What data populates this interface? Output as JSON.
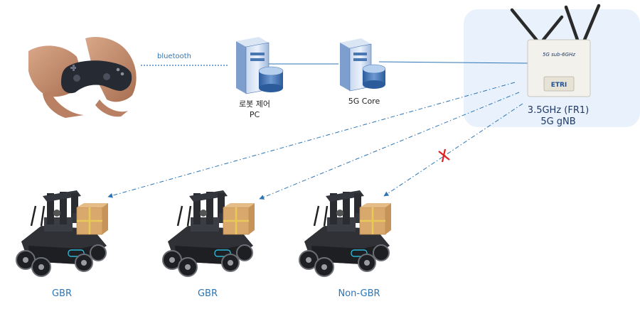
{
  "links": {
    "bluetooth": "bluetooth"
  },
  "nodes": {
    "robot_pc": {
      "line1": "로봇 제어",
      "line2": "PC"
    },
    "core": {
      "label": "5G Core"
    },
    "gnb": {
      "line1": "3.5GHz (FR1)",
      "line2": "5G gNB",
      "logo": "5G sub-6GHz",
      "brand": "ETRI"
    }
  },
  "robots": [
    {
      "label": "GBR"
    },
    {
      "label": "GBR"
    },
    {
      "label": "Non-GBR"
    }
  ],
  "colors": {
    "link": "#2e75b6",
    "gnb_panel": "#e6f0fb",
    "server_blue": "#4a76b2",
    "blocked": "#e02020"
  }
}
